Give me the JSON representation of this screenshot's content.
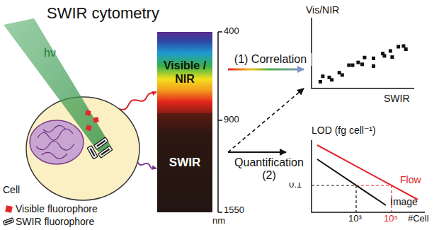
{
  "diagram": {
    "title": "SWIR cytometry",
    "nodes": [
      {
        "text": [
          "Cell"
        ]
      },
      {
        "text": [
          "Visible / NIR"
        ]
      },
      {
        "text": [
          "SWIR"
        ]
      },
      {
        "text": [
          "Vis/NIR",
          "SWIR"
        ]
      },
      {
        "text": [
          "LOD (fg cell⁻¹)",
          "0.1",
          "Flow",
          "Image",
          "10³",
          "10⁵",
          "#Cell"
        ]
      }
    ],
    "edges": [
      {
        "from": 0,
        "to": 1,
        "arrow": "to"
      },
      {
        "from": 0,
        "to": 2,
        "arrow": "to"
      },
      {
        "from": 1,
        "to": 3,
        "label": "(1) Correlation",
        "arrow": "to"
      },
      {
        "from": 2,
        "to": 4,
        "label": "Quantification (2)",
        "arrow": "to"
      },
      {
        "from": 2,
        "to": 3,
        "arrow": "to"
      }
    ],
    "labels": [
      "hν",
      "400",
      "900",
      "1550",
      "nm"
    ],
    "legend": [
      {
        "text": "Visible fluorophore",
        "color": "#e3262a"
      },
      {
        "text": "SWIR fluorophore"
      }
    ]
  }
}
